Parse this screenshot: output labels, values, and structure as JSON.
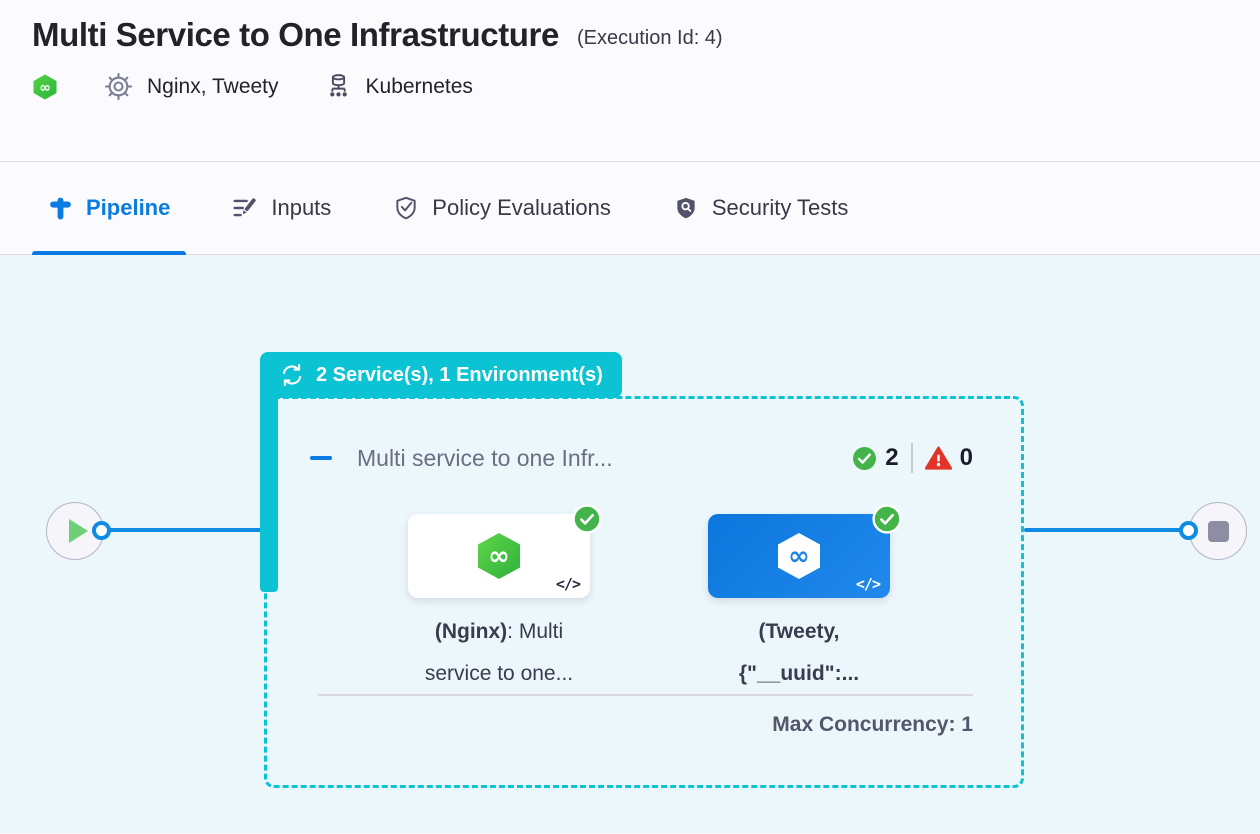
{
  "header": {
    "title": "Multi Service to One Infrastructure",
    "execution_id": "(Execution Id: 4)",
    "services": "Nginx, Tweety",
    "environment": "Kubernetes"
  },
  "tabs": {
    "pipeline": "Pipeline",
    "inputs": "Inputs",
    "policy": "Policy Evaluations",
    "security": "Security Tests"
  },
  "canvas": {
    "group_badge": "2 Service(s), 1 Environment(s)",
    "stage": {
      "title": "Multi service to one Infr...",
      "success_count": "2",
      "failure_count": "0",
      "max_concurrency": "Max Concurrency: 1",
      "nodes": [
        {
          "line1_bold": "(Nginx)",
          "line1_rest": ": Multi",
          "line2": "service to one..."
        },
        {
          "line1_bold": "(Tweety,",
          "line1_rest": "",
          "line2": "{\"__uuid\":..."
        }
      ]
    }
  },
  "icons": {
    "code": "</>",
    "infinity": "∞",
    "loop": "circular-arrows",
    "gear": "cog-outline",
    "kubernetes": "server-cluster",
    "play": "triangle-right",
    "stop": "square"
  },
  "colors": {
    "teal": "#0bc3d2",
    "blue": "#0a7be0",
    "edge_blue": "#0f8be4",
    "success_green": "#42b44a",
    "error_red": "#e2352a",
    "canvas_bg": "#ecf7fc"
  }
}
